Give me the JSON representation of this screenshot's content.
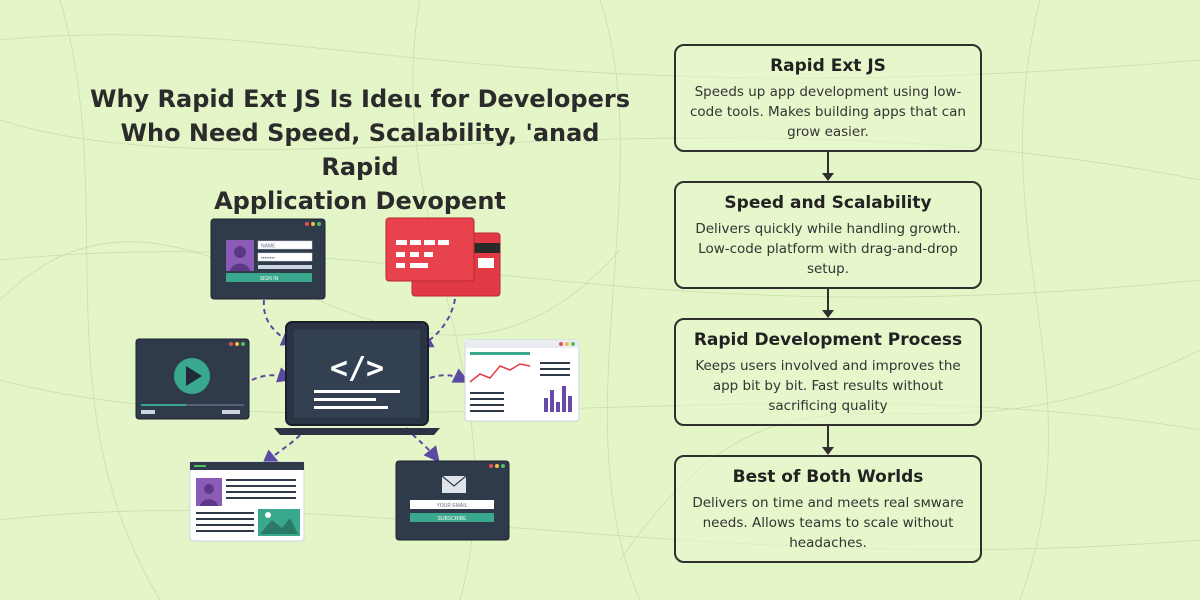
{
  "title_lines": [
    "Why Rapid Ext JS Is Ideιι for Developers",
    "Who Need Speed, Scalability, 'anad Rapid",
    "Application Devopent"
  ],
  "screens": {
    "login": {
      "field_1": "NAME",
      "field_2": "••••••••",
      "button": "SIGN IN"
    },
    "laptop": {
      "code": "</>"
    },
    "newsletter": {
      "field": "YOUR EMAIL",
      "button": "SUBSCRIBE"
    }
  },
  "steps": [
    {
      "title": "Rapid Ext JS",
      "text": "Speeds up app development using low-code tools. Makes building apps that can grow easier."
    },
    {
      "title": "Speed and Scalability",
      "text": "Delivers quickly while handling growth. Low-code platform with drag-and-drop setup."
    },
    {
      "title": "Rapid Development Process",
      "text": "Keeps users involved and improves the app bit by bit. Fast results without sacrificing quality"
    },
    {
      "title": "Best of Both Worlds",
      "text": "Delivers on time and meets real sмware needs. Allows teams to scale without headaches."
    }
  ],
  "colors": {
    "accent_teal": "#3aa88d",
    "card_red": "#e23a45",
    "screen_dark": "#2f3a4a",
    "avatar_purple": "#8a5cb8",
    "connector": "#5a4aa0"
  }
}
